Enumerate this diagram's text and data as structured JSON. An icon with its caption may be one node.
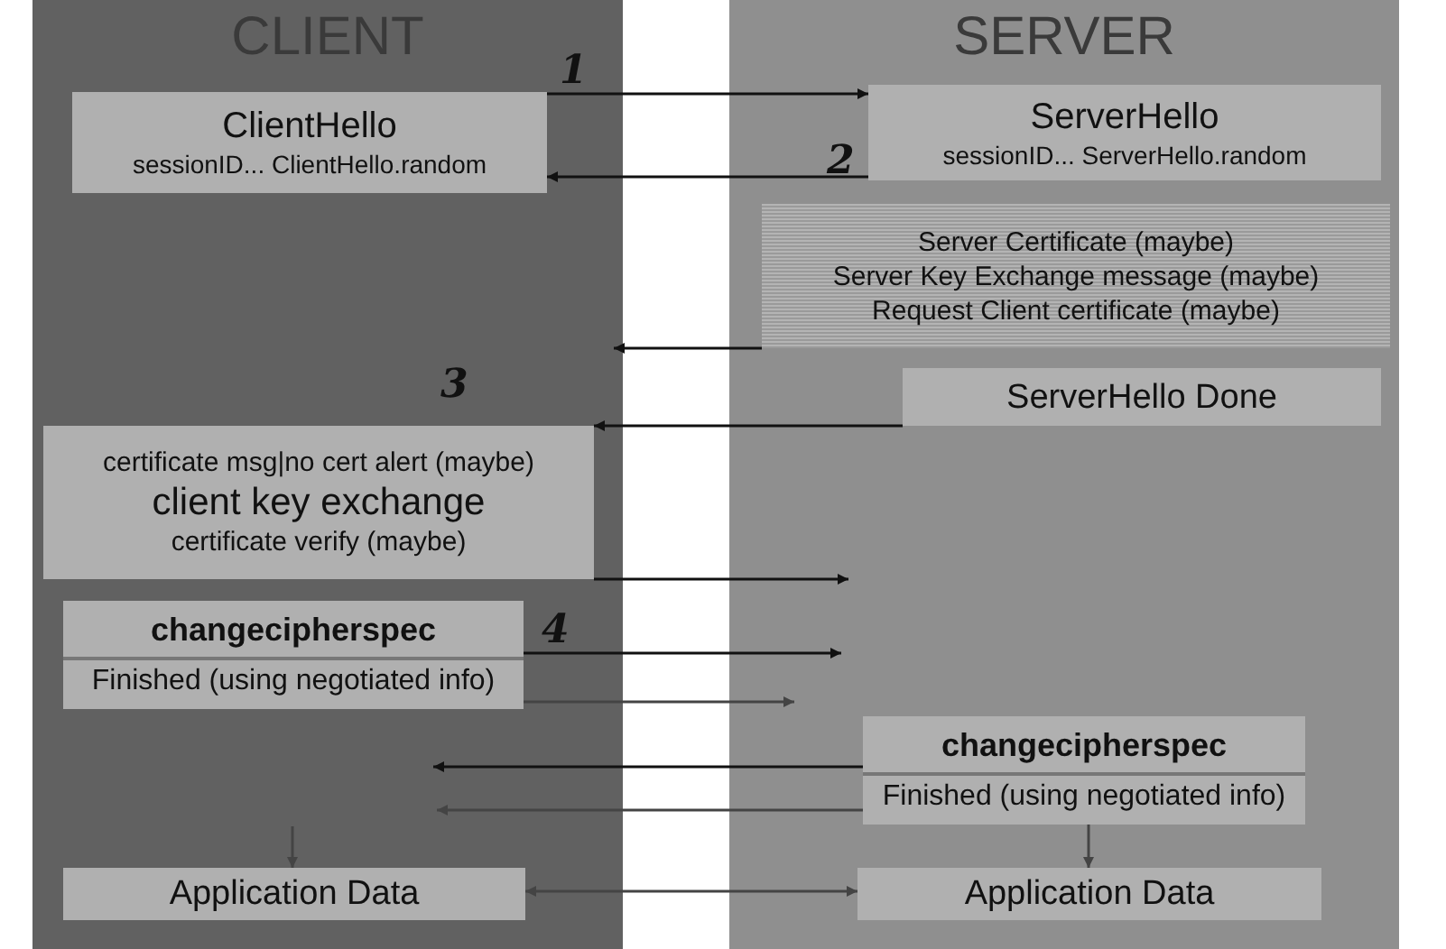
{
  "diagram": {
    "nodes": [
      {
        "text": [
          "CLIENT"
        ]
      },
      {
        "text": [
          "SERVER"
        ]
      },
      {
        "text": [
          "ClientHello",
          "sessionID... ClientHello.random"
        ],
        "in": 0
      },
      {
        "text": [
          "ServerHello",
          "sessionID... ServerHello.random"
        ],
        "in": 1
      },
      {
        "text": [
          "Server Certificate (maybe)",
          "Server Key Exchange message (maybe)",
          "Request Client certificate (maybe)"
        ],
        "in": 1
      },
      {
        "text": [
          "ServerHello Done"
        ],
        "in": 1
      },
      {
        "text": [
          "certificate msg|no cert alert (maybe)",
          "client key exchange",
          "certificate verify (maybe)"
        ],
        "in": 0
      },
      {
        "text": [
          "changecipherspec",
          "Finished (using negotiated info)"
        ],
        "in": 0
      },
      {
        "text": [
          "changecipherspec",
          "Finished (using negotiated info)"
        ],
        "in": 1
      },
      {
        "text": [
          "Application Data"
        ],
        "in": 0
      },
      {
        "text": [
          "Application Data"
        ],
        "in": 1
      }
    ],
    "edges": [
      {
        "from": 2,
        "to": 3,
        "arrow": "to"
      },
      {
        "from": 3,
        "to": 2,
        "arrow": "to"
      },
      {
        "from": 4,
        "to": 0,
        "arrow": "to"
      },
      {
        "from": 5,
        "to": 6,
        "arrow": "to"
      },
      {
        "from": 6,
        "to": 1,
        "arrow": "to"
      },
      {
        "from": 7,
        "to": null,
        "arrow": "to"
      },
      {
        "from": 7,
        "to": null,
        "arrow": "to"
      },
      {
        "from": 8,
        "to": null,
        "arrow": "to"
      },
      {
        "from": 8,
        "to": null,
        "arrow": "to"
      },
      {
        "from": null,
        "to": 9,
        "arrow": "to"
      },
      {
        "from": 8,
        "to": 10,
        "arrow": "to"
      },
      {
        "from": 9,
        "to": 10,
        "arrow": "both"
      }
    ],
    "labels": [
      "1",
      "2",
      "3",
      "4"
    ]
  }
}
